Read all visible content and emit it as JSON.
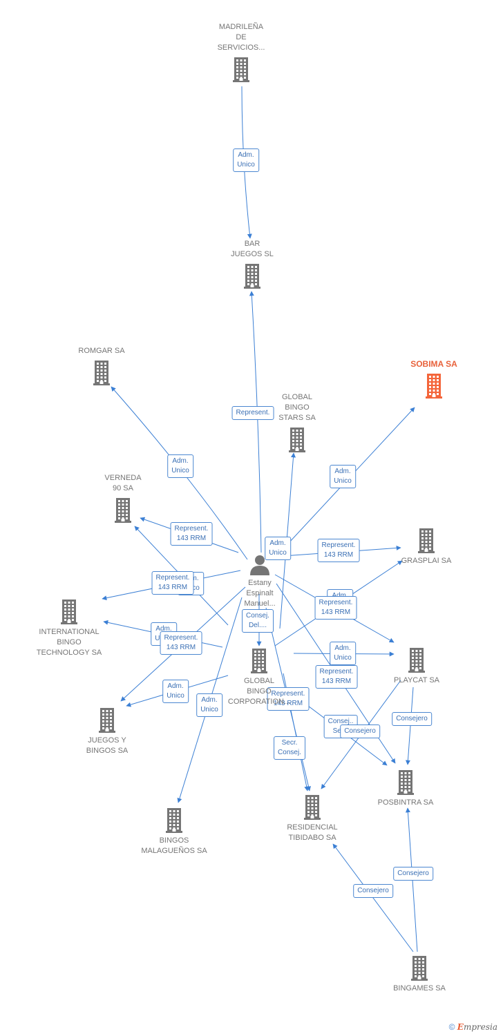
{
  "colors": {
    "edge": "#3b7fd4",
    "node": "#757575",
    "focus": "#f4653a"
  },
  "nodes": [
    {
      "id": "madrilena",
      "label": "MADRILEÑA\nDE\nSERVICIOS...",
      "icon": "building-icon"
    },
    {
      "id": "bar_juegos",
      "label": "BAR\nJUEGOS SL",
      "icon": "building-icon"
    },
    {
      "id": "romgar",
      "label": "ROMGAR SA",
      "icon": "building-icon"
    },
    {
      "id": "sobima",
      "label": "SOBIMA SA",
      "icon": "building-icon",
      "focus": true
    },
    {
      "id": "gbstars",
      "label": "GLOBAL\nBINGO\nSTARS SA",
      "icon": "building-icon"
    },
    {
      "id": "verneda",
      "label": "VERNEDA\n90 SA",
      "icon": "building-icon"
    },
    {
      "id": "grasplai",
      "label": "GRASPLAI SA",
      "icon": "building-icon"
    },
    {
      "id": "person",
      "label": "Estany\nEspinalt\nManuel...",
      "icon": "person-icon"
    },
    {
      "id": "intl",
      "label": "INTERNATIONAL\nBINGO\nTECHNOLOGY SA",
      "icon": "building-icon"
    },
    {
      "id": "gbcorp",
      "label": "GLOBAL\nBINGO\nCORPORATION...",
      "icon": "building-icon"
    },
    {
      "id": "playcat",
      "label": "PLAYCAT SA",
      "icon": "building-icon"
    },
    {
      "id": "juegos_bingos",
      "label": "JUEGOS Y\nBINGOS SA",
      "icon": "building-icon"
    },
    {
      "id": "posbintra",
      "label": "POSBINTRA SA",
      "icon": "building-icon"
    },
    {
      "id": "residencial",
      "label": "RESIDENCIAL\nTIBIDABO SA",
      "icon": "building-icon"
    },
    {
      "id": "malaguenos",
      "label": "BINGOS\nMALAGUEÑOS SA",
      "icon": "building-icon"
    },
    {
      "id": "bingames",
      "label": "BINGAMES SA",
      "icon": "building-icon"
    }
  ],
  "edges": [
    {
      "from": "madrilena",
      "to": "bar_juegos",
      "label": "Adm.\nUnico"
    },
    {
      "from": "person",
      "to": "bar_juegos",
      "label": "Represent."
    },
    {
      "from": "person",
      "to": "romgar",
      "label": "Adm.\nUnico"
    },
    {
      "from": "person",
      "to": "sobima",
      "label": "Adm.\nUnico"
    },
    {
      "from": "gbcorp",
      "to": "gbstars",
      "label": "Adm.\nUnico"
    },
    {
      "from": "person",
      "to": "verneda",
      "label": "Represent.\n143 RRM"
    },
    {
      "from": "gbcorp",
      "to": "verneda",
      "label": "Adm.\nUnico"
    },
    {
      "from": "person",
      "to": "grasplai",
      "label": "Represent.\n143 RRM"
    },
    {
      "from": "gbcorp",
      "to": "grasplai",
      "label": "Adm.\nUnico"
    },
    {
      "from": "person",
      "to": "intl",
      "label": "Represent.\n143 RRM"
    },
    {
      "from": "gbcorp",
      "to": "intl",
      "label": "Adm.\nUnico"
    },
    {
      "from": "person",
      "to": "gbcorp",
      "label": "Consej.\nDel...."
    },
    {
      "from": "person",
      "to": "playcat",
      "label": "Represent.\n143 RRM"
    },
    {
      "from": "gbcorp",
      "to": "playcat",
      "label": "Adm.\nUnico"
    },
    {
      "from": "person",
      "to": "juegos_bingos",
      "label": "Represent.\n143 RRM"
    },
    {
      "from": "gbcorp",
      "to": "juegos_bingos",
      "label": "Adm.\nUnico"
    },
    {
      "from": "person",
      "to": "malaguenos",
      "label": "Adm.\nUnico"
    },
    {
      "from": "person",
      "to": "posbintra",
      "label": "Represent.\n143 RRM"
    },
    {
      "from": "gbcorp",
      "to": "residencial",
      "label": "Represent.\n143 RRM"
    },
    {
      "from": "person",
      "to": "residencial",
      "label": "Secr.\nConsej."
    },
    {
      "from": "gbcorp",
      "to": "posbintra",
      "label": "Consej..\nSecr."
    },
    {
      "from": "playcat",
      "to": "residencial",
      "label": "Consejero"
    },
    {
      "from": "playcat",
      "to": "posbintra",
      "label": "Consejero"
    },
    {
      "from": "bingames",
      "to": "residencial",
      "label": "Consejero"
    },
    {
      "from": "bingames",
      "to": "posbintra",
      "label": "Consejero"
    }
  ],
  "footer": {
    "copyright": "©",
    "brand_initial": "E",
    "brand_rest": "mpresia"
  }
}
